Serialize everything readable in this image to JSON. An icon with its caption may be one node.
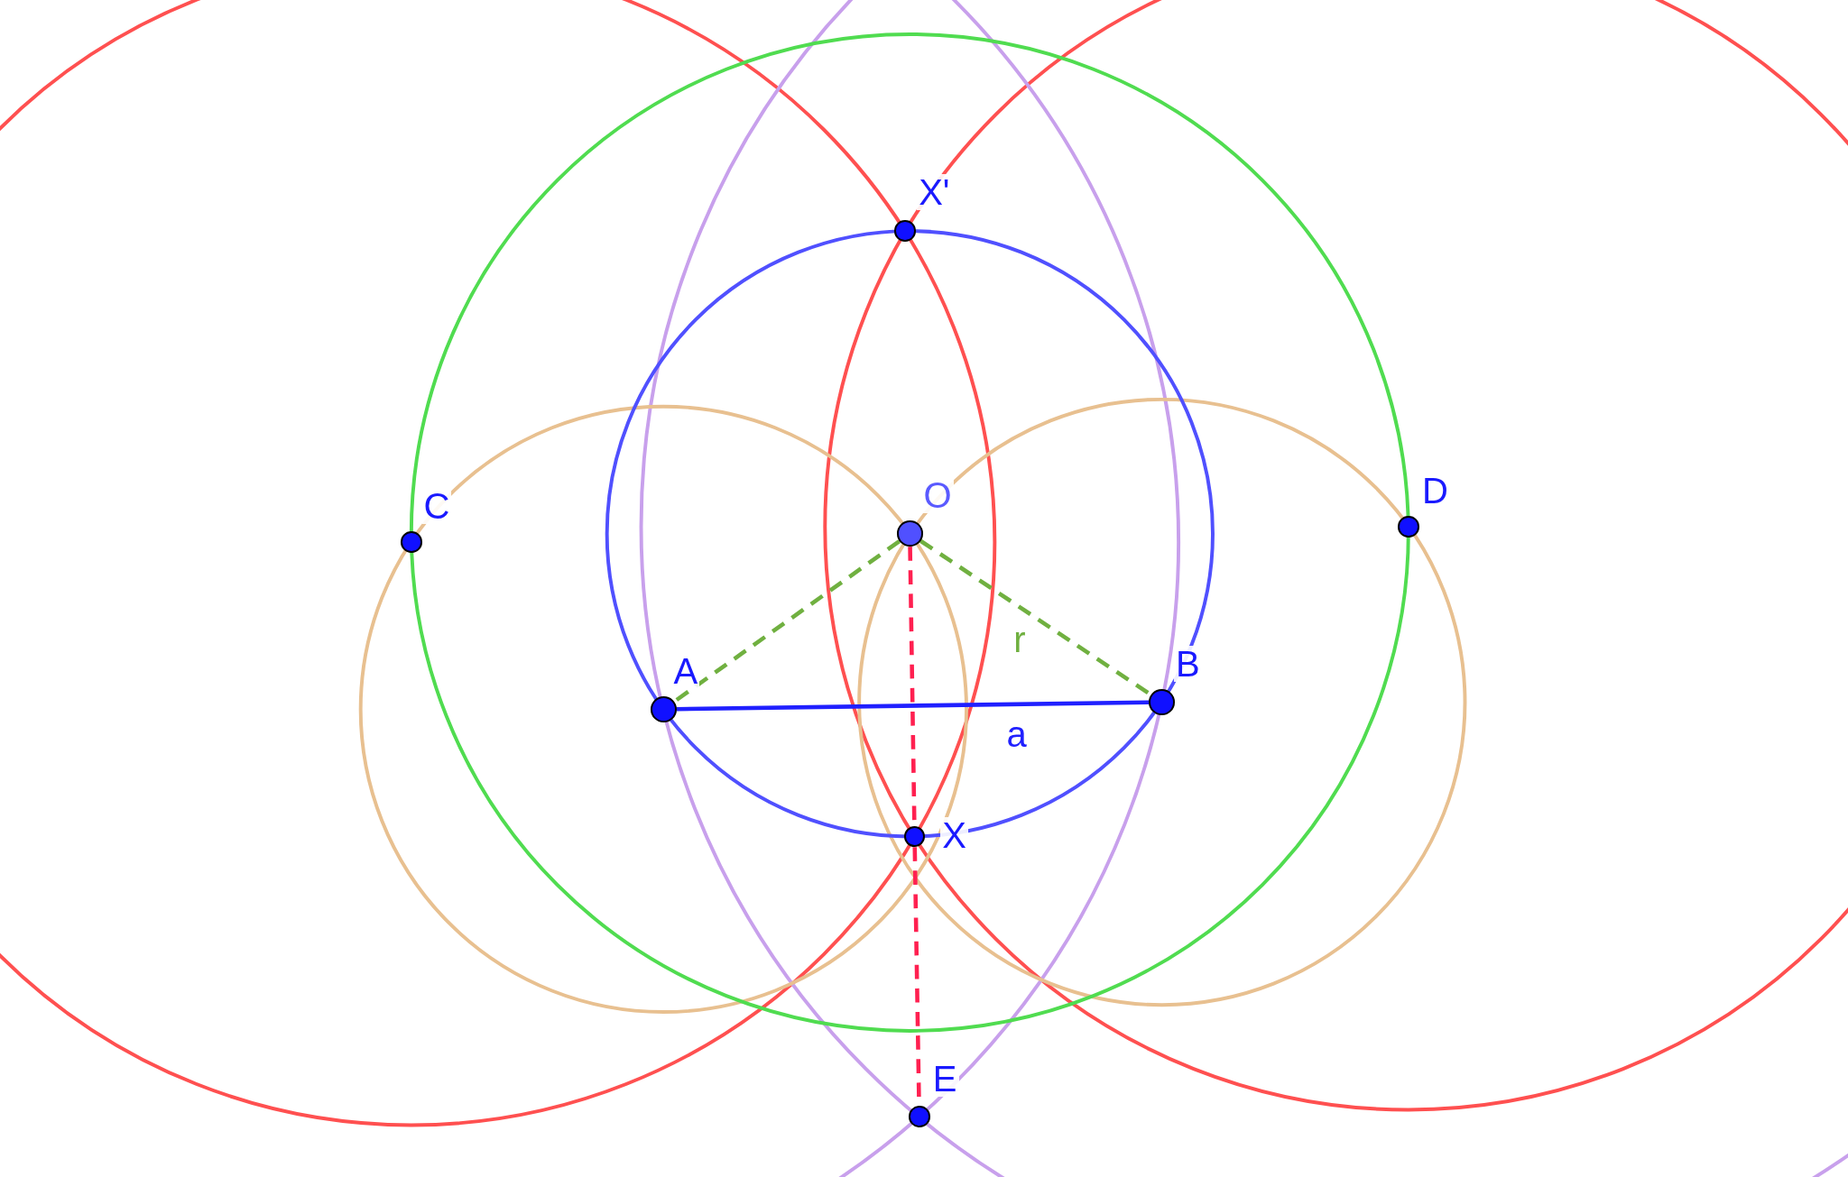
{
  "diagram": {
    "nodes": [
      {
        "text": [
          "X'"
        ]
      },
      {
        "text": [
          "O"
        ]
      },
      {
        "text": [
          "C"
        ]
      },
      {
        "text": [
          "D"
        ]
      },
      {
        "text": [
          "A"
        ]
      },
      {
        "text": [
          "B"
        ]
      },
      {
        "text": [
          "X"
        ]
      },
      {
        "text": [
          "E"
        ]
      }
    ],
    "edges": [
      {
        "from": 4,
        "to": 5,
        "arrow": "none",
        "label": "a",
        "color": "#2020ff"
      },
      {
        "from": 1,
        "to": 4,
        "arrow": "none",
        "style": "dashed",
        "color": "#70b040"
      },
      {
        "from": 1,
        "to": 5,
        "arrow": "none",
        "style": "dashed",
        "color": "#70b040",
        "label": "r"
      },
      {
        "from": 1,
        "to": 6,
        "arrow": "none",
        "style": "dashed",
        "color": "#ff2050"
      },
      {
        "from": 6,
        "to": 7,
        "arrow": "none",
        "style": "dashed",
        "color": "#ff2050"
      }
    ]
  }
}
